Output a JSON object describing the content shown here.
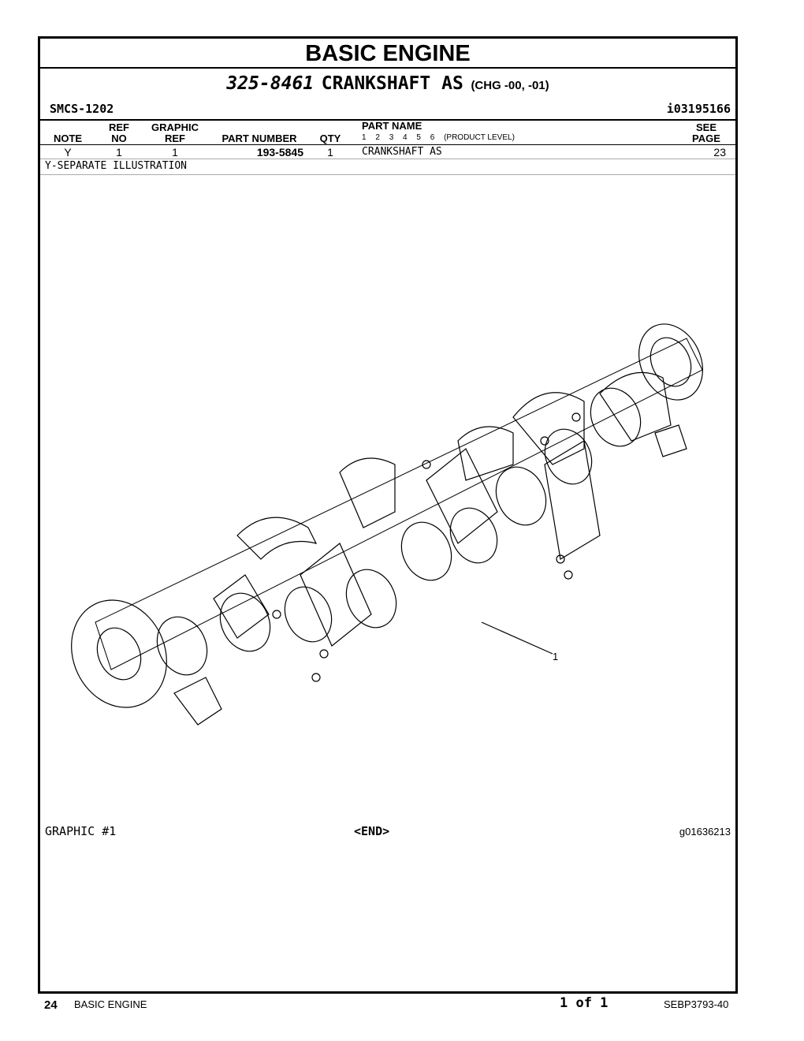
{
  "header": {
    "title": "BASIC ENGINE",
    "part_number": "325-8461",
    "part_name": "CRANKSHAFT AS",
    "change": "(CHG -00, -01)",
    "smcs": "SMCS-1202",
    "identifier": "i03195166"
  },
  "table": {
    "headers": {
      "note": "NOTE",
      "ref_no_top": "REF",
      "ref_no_bottom": "NO",
      "graphic_ref_top": "GRAPHIC",
      "graphic_ref_bottom": "REF",
      "part_number": "PART NUMBER",
      "qty": "QTY",
      "part_name": "PART NAME",
      "levels": [
        "1",
        "2",
        "3",
        "4",
        "5",
        "6"
      ],
      "product_level": "(PRODUCT LEVEL)",
      "see_page_top": "SEE",
      "see_page_bottom": "PAGE"
    },
    "rows": [
      {
        "note": "Y",
        "ref_no": "1",
        "graphic_ref": "1",
        "part_number": "193-5845",
        "qty": "1",
        "part_name": "CRANKSHAFT AS",
        "see_page": "23"
      }
    ],
    "note_text": "Y-SEPARATE ILLUSTRATION"
  },
  "illustration": {
    "callout": "1",
    "graphic_label": "GRAPHIC #1",
    "end_label": "<END>",
    "graphic_number": "g01636213"
  },
  "footer": {
    "page": "24",
    "section": "BASIC ENGINE",
    "page_of": "1 of 1",
    "doc_id": "SEBP3793-40"
  }
}
